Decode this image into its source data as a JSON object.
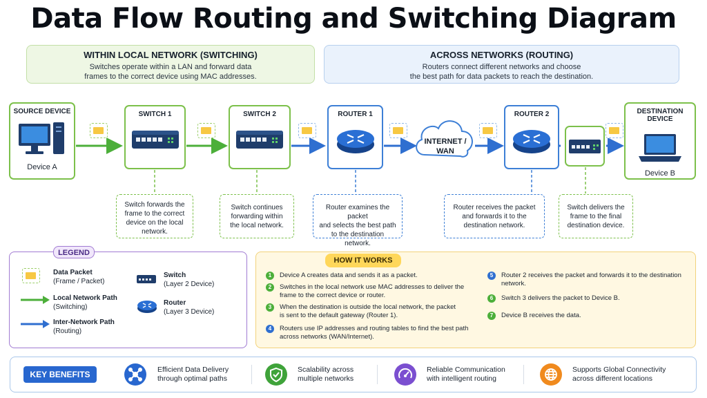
{
  "title": "Data Flow Routing and Switching Diagram",
  "sections": {
    "local": {
      "heading": "WITHIN LOCAL NETWORK (SWITCHING)",
      "line1": "Switches operate within a LAN and forward data",
      "line2": "frames to the correct device using MAC addresses."
    },
    "across": {
      "heading": "ACROSS NETWORKS (ROUTING)",
      "line1": "Routers connect different networks and choose",
      "line2": "the best path for data packets to reach the destination."
    }
  },
  "nodes": {
    "source": {
      "label": "SOURCE DEVICE",
      "name": "Device A"
    },
    "switch1": {
      "label": "SWITCH 1"
    },
    "switch2": {
      "label": "SWITCH 2"
    },
    "router1": {
      "label": "ROUTER 1"
    },
    "internet": {
      "line1": "INTERNET /",
      "line2": "WAN"
    },
    "router2": {
      "label": "ROUTER 2"
    },
    "destination": {
      "label": "DESTINATION DEVICE",
      "name": "Device B"
    }
  },
  "notes": {
    "switch1": [
      "Switch forwards the",
      "frame to the correct",
      "device on the local",
      "network."
    ],
    "switch2": [
      "Switch continues",
      "forwarding within",
      "the local network."
    ],
    "router1": [
      "Router examines the packet",
      "and selects the best path",
      "to the destination network."
    ],
    "router2": [
      "Router receives the packet",
      "and forwards it to the",
      "destination network."
    ],
    "switch3": [
      "Switch delivers the",
      "frame to the final",
      "destination device."
    ]
  },
  "legend": {
    "title": "LEGEND",
    "packet": {
      "name": "Data Packet",
      "desc": "(Frame / Packet)"
    },
    "local_path": {
      "name": "Local Network Path",
      "desc": "(Switching)"
    },
    "inter_path": {
      "name": "Inter-Network Path",
      "desc": "(Routing)"
    },
    "switch": {
      "name": "Switch",
      "desc": "(Layer 2 Device)"
    },
    "router": {
      "name": "Router",
      "desc": "(Layer 3 Device)"
    }
  },
  "how": {
    "title": "HOW IT WORKS",
    "steps": [
      {
        "n": "1",
        "lines": [
          "Device A creates data and sends it as a packet."
        ]
      },
      {
        "n": "2",
        "lines": [
          "Switches in the local network use MAC addresses to deliver the",
          "frame to the correct device or router."
        ]
      },
      {
        "n": "3",
        "lines": [
          "When the destination is outside the local network, the packet",
          "is sent to the default gateway (Router 1)."
        ]
      },
      {
        "n": "4",
        "lines": [
          "Routers use IP addresses and routing tables to find the best path",
          "across networks (WAN/Internet)."
        ]
      },
      {
        "n": "5",
        "lines": [
          "Router 2 receives the packet and forwards it to the destination",
          "network."
        ]
      },
      {
        "n": "6",
        "lines": [
          "Switch 3 delivers the packet to Device B."
        ]
      },
      {
        "n": "7",
        "lines": [
          "Device B receives the data."
        ]
      }
    ]
  },
  "benefits": {
    "title": "KEY BENEFITS",
    "items": [
      {
        "line1": "Efficient Data Delivery",
        "line2": "through optimal paths",
        "color": "#2867cf",
        "icon": "network-icon"
      },
      {
        "line1": "Scalability across",
        "line2": "multiple networks",
        "color": "#3fa33a",
        "icon": "shield-check-icon"
      },
      {
        "line1": "Reliable Communication",
        "line2": "with intelligent routing",
        "color": "#7b4fd0",
        "icon": "speedometer-icon"
      },
      {
        "line1": "Supports Global Connectivity",
        "line2": "across different locations",
        "color": "#f08a1e",
        "icon": "globe-icon"
      }
    ]
  },
  "colors": {
    "switching": "#4caf3a",
    "routing": "#2f6fd0",
    "legend": "#a07ad2",
    "how": "#ffd75a"
  }
}
